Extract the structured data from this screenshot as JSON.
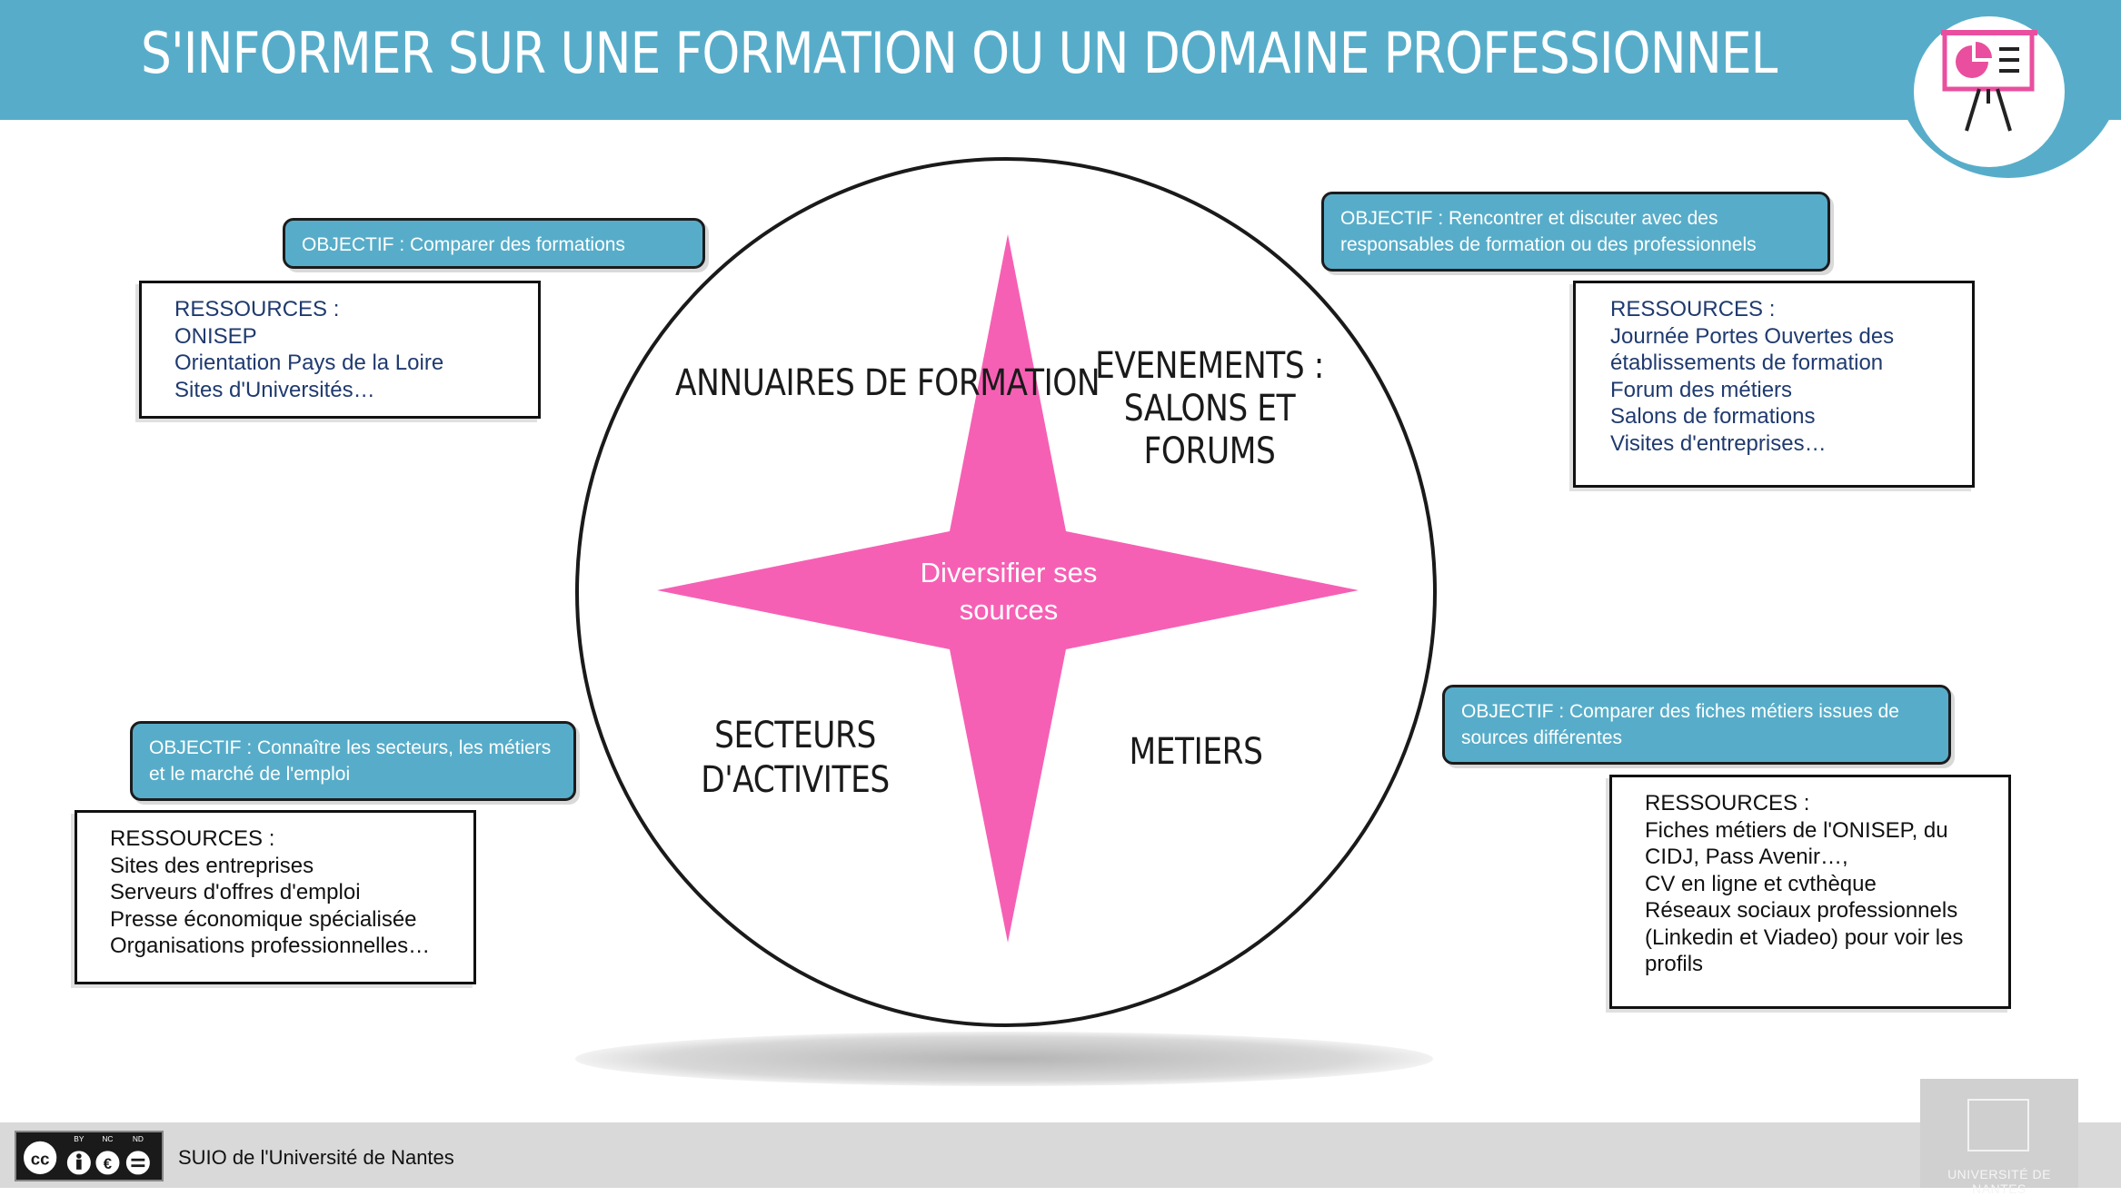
{
  "header": {
    "title": "S'INFORMER SUR UNE FORMATION OU UN DOMAINE PROFESSIONNEL",
    "icon": "presentation-board-icon"
  },
  "colors": {
    "header_blue": "#57adc9",
    "star_pink": "#f660b4",
    "resources_pink": "#ec5ba7",
    "resource_navy": "#1f3a6e"
  },
  "center": {
    "text": "Diversifier ses sources"
  },
  "sections": {
    "annuaires": "ANNUAIRES DE FORMATION",
    "evenements": "EVENEMENTS : SALONS ET FORUMS",
    "secteurs": "SECTEURS D'ACTIVITES",
    "metiers": "METIERS"
  },
  "objectives": {
    "top_left": "OBJECTIF : Comparer des formations",
    "top_right": "OBJECTIF : Rencontrer et discuter avec des responsables de formation ou des professionnels",
    "bottom_left": "OBJECTIF : Connaître les secteurs, les métiers et le marché de l'emploi",
    "bottom_right": "OBJECTIF : Comparer des fiches métiers issues de sources différentes"
  },
  "resources": {
    "title": "RESSOURCES :",
    "top_left": [
      "ONISEP",
      "Orientation Pays de la Loire",
      "Sites d'Universités…"
    ],
    "top_right": [
      "Journée Portes Ouvertes des",
      "établissements de formation",
      "Forum des métiers",
      "Salons de formations",
      "Visites d'entreprises…"
    ],
    "bottom_left": [
      "Sites des entreprises",
      "Serveurs d'offres d'emploi",
      "Presse économique spécialisée",
      "Organisations professionnelles…"
    ],
    "bottom_right": [
      "Fiches métiers de l'ONISEP, du",
      "CIDJ, Pass Avenir…,",
      "CV en ligne et cvthèque",
      "Réseaux  sociaux professionnels",
      "(Linkedin et Viadeo) pour voir les",
      "profils"
    ]
  },
  "footer": {
    "credit": "SUIO de l'Université de Nantes",
    "license_labels": [
      "BY",
      "NC",
      "ND"
    ],
    "university_name": "UNIVERSITÉ DE NANTES"
  }
}
